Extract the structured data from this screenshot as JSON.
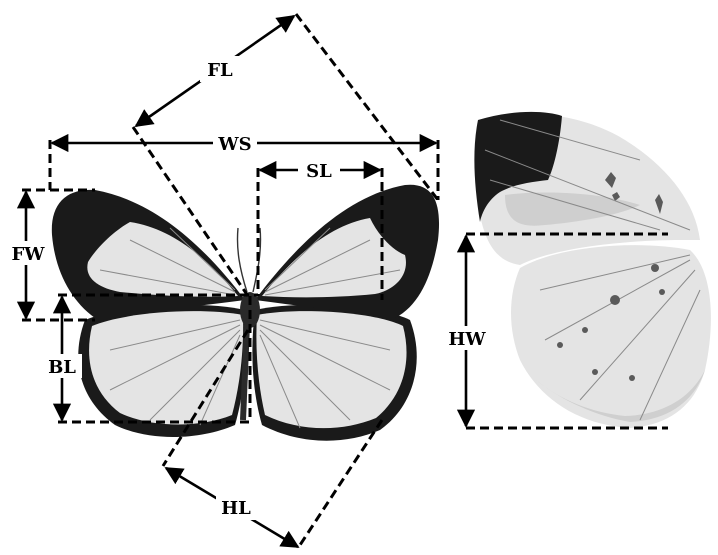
{
  "labels": {
    "fl": "FL",
    "ws": "WS",
    "sl": "SL",
    "fw": "FW",
    "bl": "BL",
    "hw": "HW",
    "hl": "HL"
  },
  "colors": {
    "background": "#ffffff",
    "wing_dark": "#1a1a1a",
    "wing_light": "#e4e4e4",
    "annotation": "#000000"
  }
}
